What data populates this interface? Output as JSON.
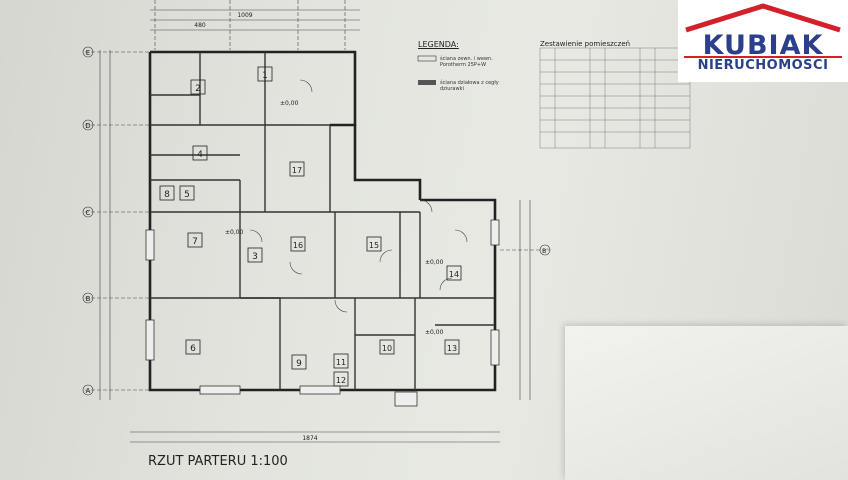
{
  "plan_title": "RZUT PARTERU 1:100",
  "legend": {
    "title": "LEGENDA:",
    "items": [
      "ściana zewn. i wewn. Porotherm 25P+W",
      "ściana działowa z cegły dziurawki"
    ]
  },
  "schedule_title": "Zestawienie pomieszczeń",
  "rooms": [
    "1",
    "2",
    "3",
    "4",
    "5",
    "6",
    "7",
    "8",
    "9",
    "10",
    "11",
    "12",
    "13",
    "14",
    "15",
    "16",
    "17"
  ],
  "axes": [
    "A",
    "B",
    "C",
    "D",
    "E",
    "B'"
  ],
  "dims": {
    "top": [
      "1009",
      "480"
    ],
    "bottom": [
      "1874"
    ],
    "level": "±0,00"
  },
  "logo": {
    "name": "KUBIAK",
    "sub": "NIERUCHOMOŚCI",
    "brand_color": "#2b3f8a",
    "roof_color": "#d4202b"
  }
}
